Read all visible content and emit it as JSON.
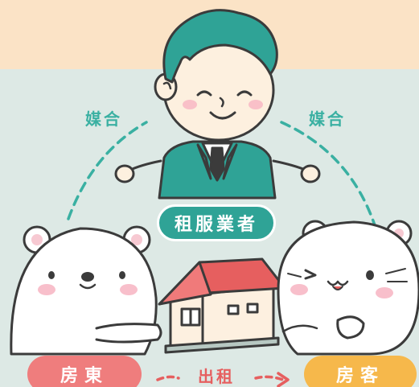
{
  "labels": {
    "left_match": "媒合",
    "right_match": "媒合",
    "agent": "租服業者",
    "landlord": "房東",
    "rent_out": "出租",
    "tenant": "房客"
  },
  "colors": {
    "top_band": "#fbe3c6",
    "background": "#dde9e5",
    "teal": "#3ab0a2",
    "agent_pill": "#2fa396",
    "landlord_pill": "#ef7d7d",
    "tenant_pill": "#f6b84b",
    "house_roof": "#e65f5f",
    "house_wall": "#fdf0e0"
  },
  "icons": {
    "agent": "agent-man-icon",
    "landlord": "bear-icon",
    "tenant": "cat-icon",
    "house": "house-icon"
  }
}
